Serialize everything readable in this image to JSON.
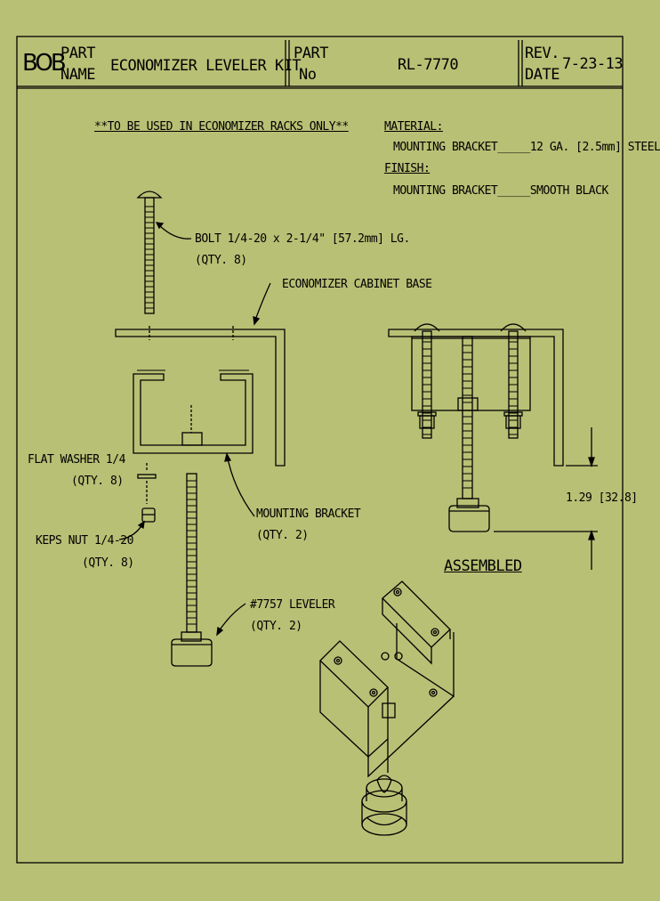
{
  "colors": {
    "background": "#b8c075",
    "ink": "#000000"
  },
  "title_block": {
    "logo": "BOB",
    "part_name_label_1": "PART",
    "part_name_label_2": "NAME",
    "part_name": "ECONOMIZER LEVELER KIT",
    "part_no_label_1": "PART",
    "part_no_label_2": "No",
    "part_no": "RL-7770",
    "rev_label_1": "REV.",
    "rev_label_2": "DATE",
    "rev_date": "7-23-13"
  },
  "notes": {
    "usage": "**TO BE USED IN ECONOMIZER RACKS ONLY**",
    "material_heading": "MATERIAL:",
    "material_line": "MOUNTING BRACKET_____12 GA. [2.5mm] STEEL",
    "finish_heading": "FINISH:",
    "finish_line": "MOUNTING BRACKET_____SMOOTH BLACK"
  },
  "callouts": {
    "bolt_1": "BOLT 1/4-20 x 2-1/4\" [57.2mm] LG.",
    "bolt_2": "(QTY. 8)",
    "cabinet_base": "ECONOMIZER CABINET BASE",
    "washer_1": "FLAT WASHER 1/4",
    "washer_2": "(QTY. 8)",
    "nut_1": "KEPS NUT 1/4-20",
    "nut_2": "(QTY. 8)",
    "bracket_1": "MOUNTING BRACKET",
    "bracket_2": "(QTY. 2)",
    "leveler_1": "#7757 LEVELER",
    "leveler_2": "(QTY. 2)",
    "dimension": "1.29 [32.8]",
    "assembled": "ASSEMBLED"
  }
}
